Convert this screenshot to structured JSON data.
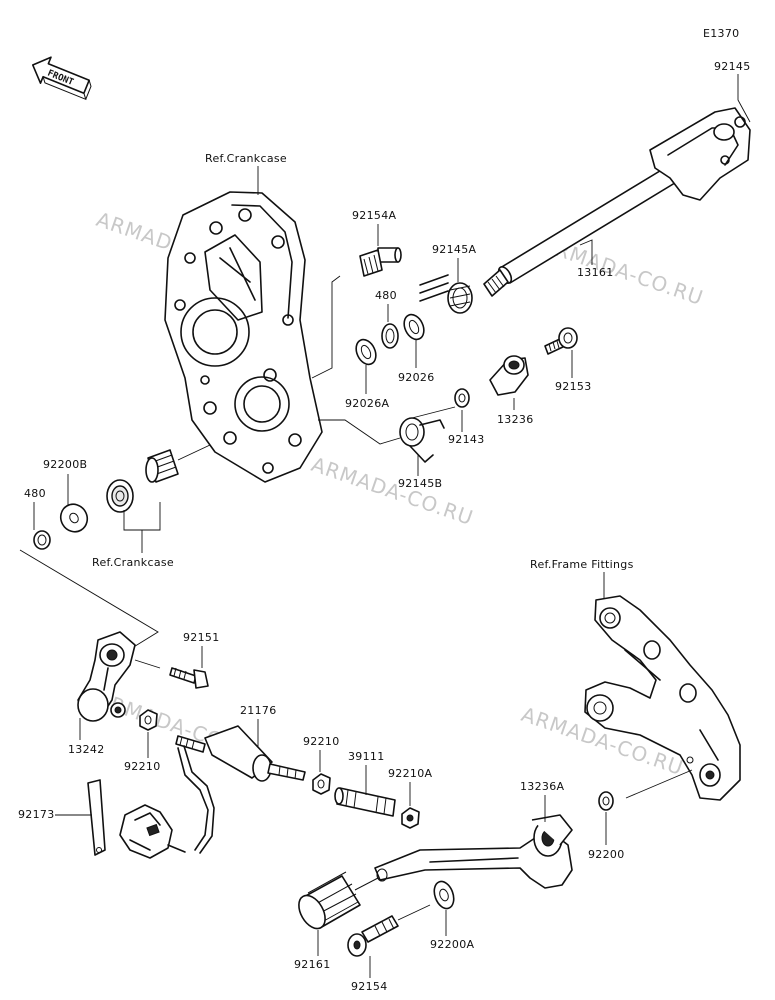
{
  "diagram_code": "E1370",
  "direction_label": "FRONT",
  "watermark": "ARMADA-CO.RU",
  "refs": {
    "crankcase_top": "Ref.Crankcase",
    "crankcase_bottom": "Ref.Crankcase",
    "frame_fittings": "Ref.Frame Fittings"
  },
  "parts": {
    "p92145": "92145",
    "p13161": "13161",
    "p92154A": "92154A",
    "p92145A": "92145A",
    "p480_top": "480",
    "p92026": "92026",
    "p92153": "92153",
    "p92026A": "92026A",
    "p13236": "13236",
    "p92143": "92143",
    "p92145B": "92145B",
    "p92200B": "92200B",
    "p480_left": "480",
    "p92151": "92151",
    "p13242": "13242",
    "p92210_left": "92210",
    "p21176": "21176",
    "p92210": "92210",
    "p39111": "39111",
    "p92210A": "92210A",
    "p92173": "92173",
    "p13236A": "13236A",
    "p92200": "92200",
    "p92161": "92161",
    "p92200A": "92200A",
    "p92154": "92154"
  }
}
